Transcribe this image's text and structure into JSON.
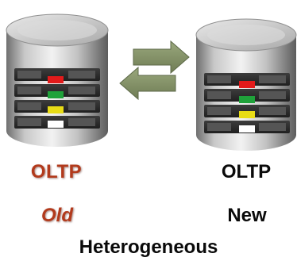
{
  "left_db": {
    "title": "OLTP",
    "subtitle": "Old",
    "indicator_colors": [
      "#e31b1b",
      "#1fa23a",
      "#e8dc16",
      "#ffffff"
    ],
    "text_color": "#b23a1c"
  },
  "right_db": {
    "title": "OLTP",
    "subtitle": "New",
    "indicator_colors": [
      "#e31b1b",
      "#1fa23a",
      "#e8dc16",
      "#ffffff"
    ],
    "text_color": "#0a0a0a"
  },
  "caption": "Heterogeneous",
  "arrows": {
    "color": "#7f8d63",
    "icons": [
      "arrow-right-icon",
      "arrow-left-icon"
    ]
  }
}
